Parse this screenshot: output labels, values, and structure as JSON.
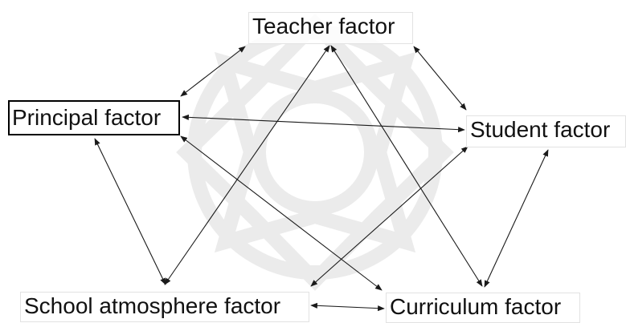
{
  "nodes": {
    "teacher": {
      "label": "Teacher factor"
    },
    "principal": {
      "label": "Principal factor"
    },
    "student": {
      "label": "Student factor"
    },
    "school": {
      "label": "School atmosphere factor"
    },
    "curriculum": {
      "label": "Curriculum factor"
    }
  },
  "edges": [
    {
      "from": "teacher",
      "to": "principal",
      "direction": "both"
    },
    {
      "from": "teacher",
      "to": "student",
      "direction": "both"
    },
    {
      "from": "teacher",
      "to": "school",
      "direction": "both"
    },
    {
      "from": "teacher",
      "to": "curriculum",
      "direction": "both"
    },
    {
      "from": "principal",
      "to": "student",
      "direction": "both"
    },
    {
      "from": "principal",
      "to": "school",
      "direction": "both"
    },
    {
      "from": "principal",
      "to": "curriculum",
      "direction": "both"
    },
    {
      "from": "student",
      "to": "school",
      "direction": "both"
    },
    {
      "from": "student",
      "to": "curriculum",
      "direction": "both"
    },
    {
      "from": "school",
      "to": "curriculum",
      "direction": "both"
    }
  ],
  "colors": {
    "edge": "#1a1a1a",
    "watermark": "#d9d9d9",
    "text": "#111111"
  },
  "watermark_icon": "geometric-star-pattern-icon"
}
